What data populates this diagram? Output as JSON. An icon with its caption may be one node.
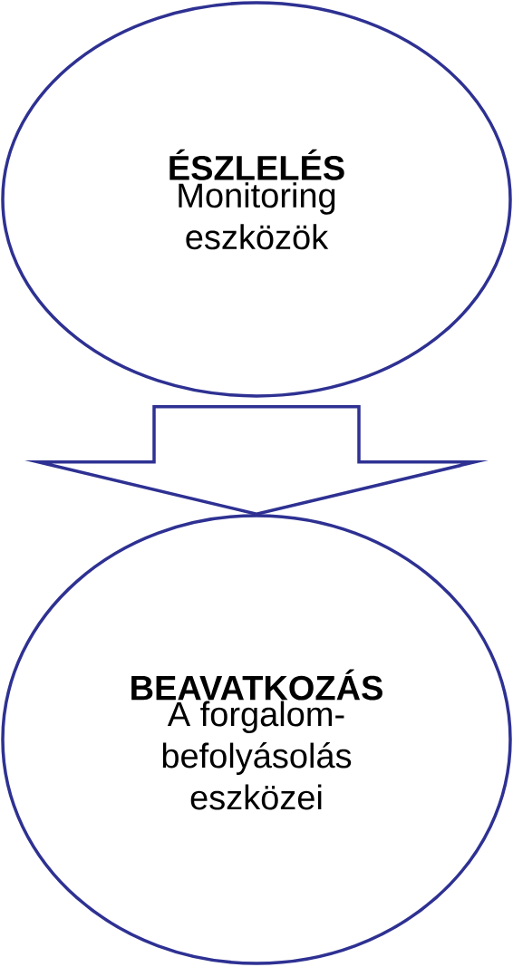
{
  "diagram": {
    "nodes": [
      {
        "text": [
          "ÉSZLELÉS",
          "Monitoring eszközök"
        ]
      },
      {
        "text": [
          "BEAVATKOZÁS",
          "A forgalom- befolyásolás eszközei"
        ]
      }
    ],
    "edges": [
      {
        "from": 0,
        "to": 1,
        "arrow": "to"
      }
    ]
  }
}
